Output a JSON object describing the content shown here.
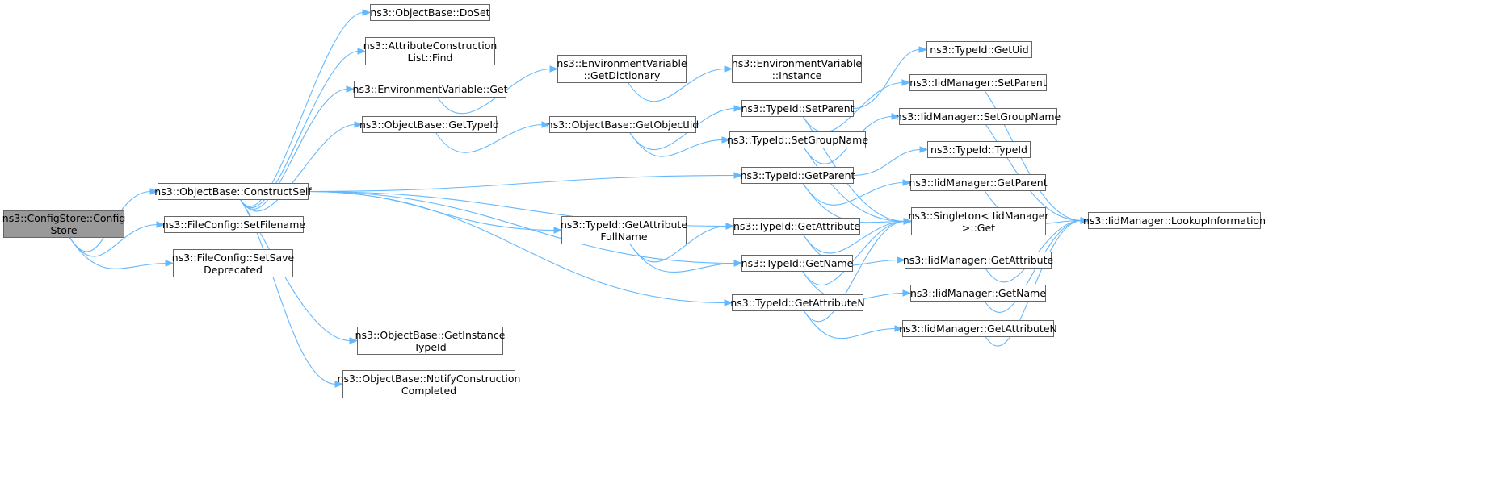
{
  "graph": {
    "root": "cs",
    "nodes": [
      {
        "id": "cs",
        "lines": [
          "ns3::ConfigStore::Config",
          "Store"
        ]
      },
      {
        "id": "cself",
        "lines": [
          "ns3::ObjectBase::ConstructSelf"
        ]
      },
      {
        "id": "fsetf",
        "lines": [
          "ns3::FileConfig::SetFilename"
        ]
      },
      {
        "id": "fsave",
        "lines": [
          "ns3::FileConfig::SetSave",
          "Deprecated"
        ]
      },
      {
        "id": "doset",
        "lines": [
          "ns3::ObjectBase::DoSet"
        ]
      },
      {
        "id": "acl",
        "lines": [
          "ns3::AttributeConstruction",
          "List::Find"
        ]
      },
      {
        "id": "evget",
        "lines": [
          "ns3::EnvironmentVariable::Get"
        ]
      },
      {
        "id": "obgt",
        "lines": [
          "ns3::ObjectBase::GetTypeId"
        ]
      },
      {
        "id": "evdict",
        "lines": [
          "ns3::EnvironmentVariable",
          "::GetDictionary"
        ]
      },
      {
        "id": "evinst",
        "lines": [
          "ns3::EnvironmentVariable",
          "::Instance"
        ]
      },
      {
        "id": "goi",
        "lines": [
          "ns3::ObjectBase::GetObjectIid"
        ]
      },
      {
        "id": "tsp",
        "lines": [
          "ns3::TypeId::SetParent"
        ]
      },
      {
        "id": "tsg",
        "lines": [
          "ns3::TypeId::SetGroupName"
        ]
      },
      {
        "id": "tgp",
        "lines": [
          "ns3::TypeId::GetParent"
        ]
      },
      {
        "id": "tgafn",
        "lines": [
          "ns3::TypeId::GetAttribute",
          "FullName"
        ]
      },
      {
        "id": "tga",
        "lines": [
          "ns3::TypeId::GetAttribute"
        ]
      },
      {
        "id": "tgn",
        "lines": [
          "ns3::TypeId::GetName"
        ]
      },
      {
        "id": "tgan",
        "lines": [
          "ns3::TypeId::GetAttributeN"
        ]
      },
      {
        "id": "obgit",
        "lines": [
          "ns3::ObjectBase::GetInstance",
          "TypeId"
        ]
      },
      {
        "id": "obnc",
        "lines": [
          "ns3::ObjectBase::NotifyConstruction",
          "Completed"
        ]
      },
      {
        "id": "tuid",
        "lines": [
          "ns3::TypeId::GetUid"
        ]
      },
      {
        "id": "imsp",
        "lines": [
          "ns3::IidManager::SetParent"
        ]
      },
      {
        "id": "imsg",
        "lines": [
          "ns3::IidManager::SetGroupName"
        ]
      },
      {
        "id": "ttid",
        "lines": [
          "ns3::TypeId::TypeId"
        ]
      },
      {
        "id": "imgp",
        "lines": [
          "ns3::IidManager::GetParent"
        ]
      },
      {
        "id": "sing",
        "lines": [
          "ns3::Singleton< IidManager",
          ">::Get"
        ]
      },
      {
        "id": "imga",
        "lines": [
          "ns3::IidManager::GetAttribute"
        ]
      },
      {
        "id": "imgn",
        "lines": [
          "ns3::IidManager::GetName"
        ]
      },
      {
        "id": "imgan",
        "lines": [
          "ns3::IidManager::GetAttributeN"
        ]
      },
      {
        "id": "imli",
        "lines": [
          "ns3::IidManager::LookupInformation"
        ]
      }
    ],
    "edges": [
      [
        "cs",
        "cself"
      ],
      [
        "cs",
        "fsetf"
      ],
      [
        "cs",
        "fsave"
      ],
      [
        "cself",
        "doset"
      ],
      [
        "cself",
        "acl"
      ],
      [
        "cself",
        "evget"
      ],
      [
        "cself",
        "obgt"
      ],
      [
        "cself",
        "tgp"
      ],
      [
        "cself",
        "tga"
      ],
      [
        "cself",
        "tgafn"
      ],
      [
        "cself",
        "tgn"
      ],
      [
        "cself",
        "tgan"
      ],
      [
        "cself",
        "obgit"
      ],
      [
        "cself",
        "obnc"
      ],
      [
        "evget",
        "evdict"
      ],
      [
        "evdict",
        "evinst"
      ],
      [
        "obgt",
        "goi"
      ],
      [
        "goi",
        "tsp"
      ],
      [
        "goi",
        "tsg"
      ],
      [
        "tsp",
        "tuid"
      ],
      [
        "tsp",
        "imsp"
      ],
      [
        "tsp",
        "sing"
      ],
      [
        "tsg",
        "imsg"
      ],
      [
        "tsg",
        "sing"
      ],
      [
        "tgp",
        "ttid"
      ],
      [
        "tgp",
        "imgp"
      ],
      [
        "tgp",
        "sing"
      ],
      [
        "tgafn",
        "tga"
      ],
      [
        "tgafn",
        "tgn"
      ],
      [
        "tga",
        "sing"
      ],
      [
        "tga",
        "imga"
      ],
      [
        "tgn",
        "sing"
      ],
      [
        "tgn",
        "imgn"
      ],
      [
        "tgan",
        "sing"
      ],
      [
        "tgan",
        "imgan"
      ],
      [
        "imsp",
        "imli"
      ],
      [
        "imsg",
        "imli"
      ],
      [
        "imgp",
        "imli"
      ],
      [
        "imga",
        "imli"
      ],
      [
        "imgn",
        "imli"
      ],
      [
        "imgan",
        "imli"
      ]
    ]
  },
  "colors": {
    "edge": "#63b8ff",
    "node_border": "#666666",
    "node_fill": "#ffffff",
    "root_fill": "#999999"
  }
}
